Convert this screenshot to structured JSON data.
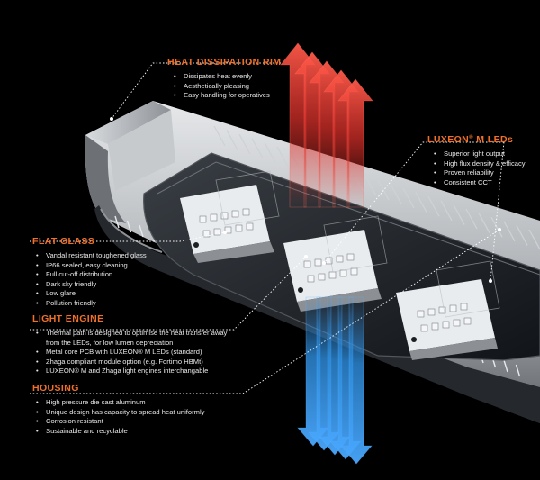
{
  "callouts": {
    "heat_dissipation_rim": {
      "title": "HEAT DISSIPATION RIM",
      "bullets": [
        "Dissipates heat evenly",
        "Aesthetically pleasing",
        "Easy handling for operatives"
      ]
    },
    "luxeon_leds": {
      "title": "LUXEON",
      "title_mark": "®",
      "title_suffix": " M  LEDs",
      "bullets": [
        "Superior light output",
        "High flux density & efficacy",
        "Proven reliability",
        "Consistent CCT"
      ]
    },
    "flat_glass": {
      "title": "FLAT GLASS",
      "bullets": [
        "Vandal resistant toughened glass",
        "IP66 sealed, easy cleaning",
        "Full cut-off distribution",
        "Dark sky friendly",
        "Low glare",
        "Pollution friendly"
      ]
    },
    "light_engine": {
      "title": "LIGHT ENGINE",
      "bullets": [
        "Thermal path is designed to optimise the heat transfer away from the LEDs, for low lumen depreciation",
        "Metal core PCB with LUXEON® M LEDs (standard)",
        "Zhaga compliant module option (e.g. Fortimo HBMt)",
        "LUXEON® M and Zhaga light engines interchangable"
      ]
    },
    "housing": {
      "title": "HOUSING",
      "bullets": [
        "High pressure die cast aluminum",
        "Unique design has capacity to spread heat uniformly",
        "Corrosion resistant",
        "Sustainable and recyclable"
      ]
    }
  },
  "colors": {
    "background": "#000000",
    "heading": "#f0702a",
    "text": "#e8e8e8",
    "hot_arrows": "#e0302a",
    "cool_arrows": "#2f8fe0",
    "housing": "#b9bdc2"
  }
}
